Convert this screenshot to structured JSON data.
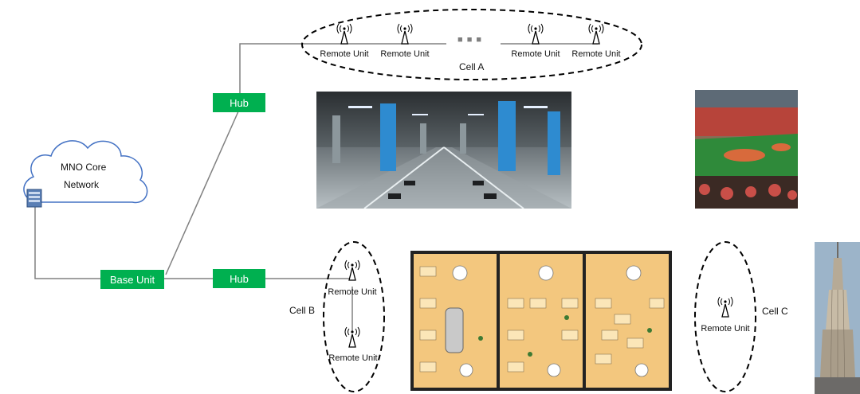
{
  "core": {
    "line1": "MNO Core",
    "line2": "Network"
  },
  "base_unit": {
    "label": "Base  Unit"
  },
  "hub_top": {
    "label": "Hub"
  },
  "hub_bottom": {
    "label": "Hub"
  },
  "cell_a": {
    "label": "Cell A",
    "units": [
      "Remote Unit",
      "Remote Unit",
      "Remote Unit",
      "Remote Unit"
    ],
    "ellipsis": "■ ■ ■"
  },
  "cell_b": {
    "label": "Cell B",
    "units": [
      "Remote Unit",
      "Remote Unit"
    ]
  },
  "cell_c": {
    "label": "Cell C",
    "units": [
      "Remote Unit"
    ]
  },
  "colors": {
    "hub_green": "#00b050",
    "line_gray": "#808080",
    "cloud_stroke": "#4472c4"
  }
}
